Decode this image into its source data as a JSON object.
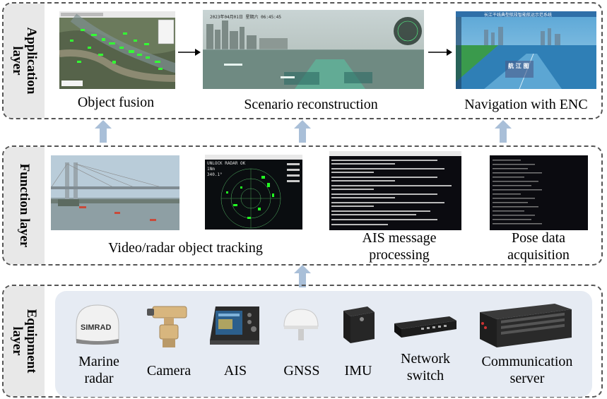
{
  "layers": {
    "application": "Application\nlayer",
    "function": "Function layer",
    "equipment": "Equipment\nlayer"
  },
  "application": {
    "items": [
      {
        "caption": "Object fusion"
      },
      {
        "caption": "Scenario reconstruction",
        "overlay_time": "2023年04月01日 星期六 06:45:45"
      },
      {
        "caption": "Navigation with ENC",
        "overlay_title": "长江干线典型航段智能航运示范系统",
        "overlay_logo": "航 江 图"
      }
    ]
  },
  "function": {
    "items": [
      {
        "caption": "Video/radar object tracking",
        "radar_text": "UNLOCK RADAR OK",
        "radar_range": "1Nm",
        "radar_bearing": "340.1°"
      },
      {
        "caption": "AIS message\nprocessing"
      },
      {
        "caption": "Pose data\nacquisition"
      }
    ]
  },
  "equipment": {
    "items": [
      {
        "caption": "Marine\nradar",
        "brand": "SIMRAD"
      },
      {
        "caption": "Camera"
      },
      {
        "caption": "AIS"
      },
      {
        "caption": "GNSS"
      },
      {
        "caption": "IMU"
      },
      {
        "caption": "Network\nswitch"
      },
      {
        "caption": "Communication\nserver"
      }
    ]
  },
  "colors": {
    "arrow_blue": "#a9bfd8",
    "label_bg": "#e8e8e8",
    "equip_bg": "#e6ebf3",
    "dashed_border": "#555555"
  }
}
